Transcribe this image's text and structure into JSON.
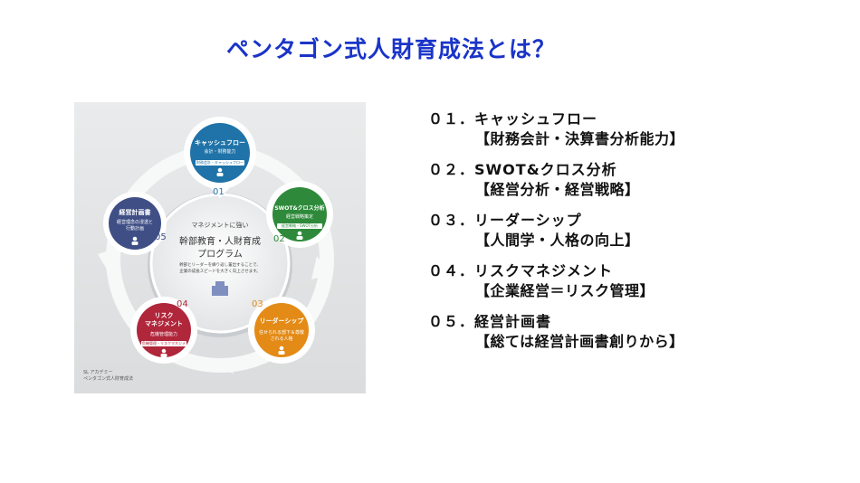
{
  "title": "ペンタゴン式人財育成法とは？",
  "diagram": {
    "center": {
      "tag": "マネジメントに強い",
      "title_line1": "幹部教育・人財育成",
      "title_line2": "プログラム",
      "desc_line1": "幹部とリーダーを繰り返し輩出することで、",
      "desc_line2": "企業の成長スピードを大きく向上させます。"
    },
    "nodes": [
      {
        "num": "01",
        "label": "キャッシュフロー",
        "sub": "会計・財務能力",
        "tag": "財務会計・キャッシュフロー"
      },
      {
        "num": "02",
        "label": "SWOT&クロス分析",
        "sub": "経営戦略策定",
        "tag": "経営戦略・SWOT分析"
      },
      {
        "num": "03",
        "label": "リーダーシップ",
        "sub": "任せられる部下＆尊敬される人格",
        "tag": ""
      },
      {
        "num": "04",
        "label_line1": "リスク",
        "label_line2": "マネジメント",
        "sub": "危機管理能力",
        "tag": "危機管理・リスクマネジメント"
      },
      {
        "num": "05",
        "label": "経営計画書",
        "sub_line1": "経営理念の浸透と",
        "sub_line2": "行動計画"
      }
    ],
    "credit_line1": "SL アカデミー",
    "credit_line2": "ペンタゴン式人財育成法"
  },
  "items": [
    {
      "heading": "０１．キャッシュフロー",
      "sub": "【財務会計・決算書分析能力】"
    },
    {
      "heading": "０２．SWOT&クロス分析",
      "sub": "【経営分析・経営戦略】"
    },
    {
      "heading": "０３．リーダーシップ",
      "sub": "【人間学・人格の向上】"
    },
    {
      "heading": "０４．リスクマネジメント",
      "sub": "【企業経営＝リスク管理】"
    },
    {
      "heading": "０５．経営計画書",
      "sub": "【総ては経営計画書創りから】"
    }
  ],
  "colors": {
    "title": "#1a34c8",
    "node1": "#1f73a8",
    "node2": "#2e8a3a",
    "node3": "#e38b16",
    "node4": "#b0263b",
    "node5": "#3f4f86"
  }
}
